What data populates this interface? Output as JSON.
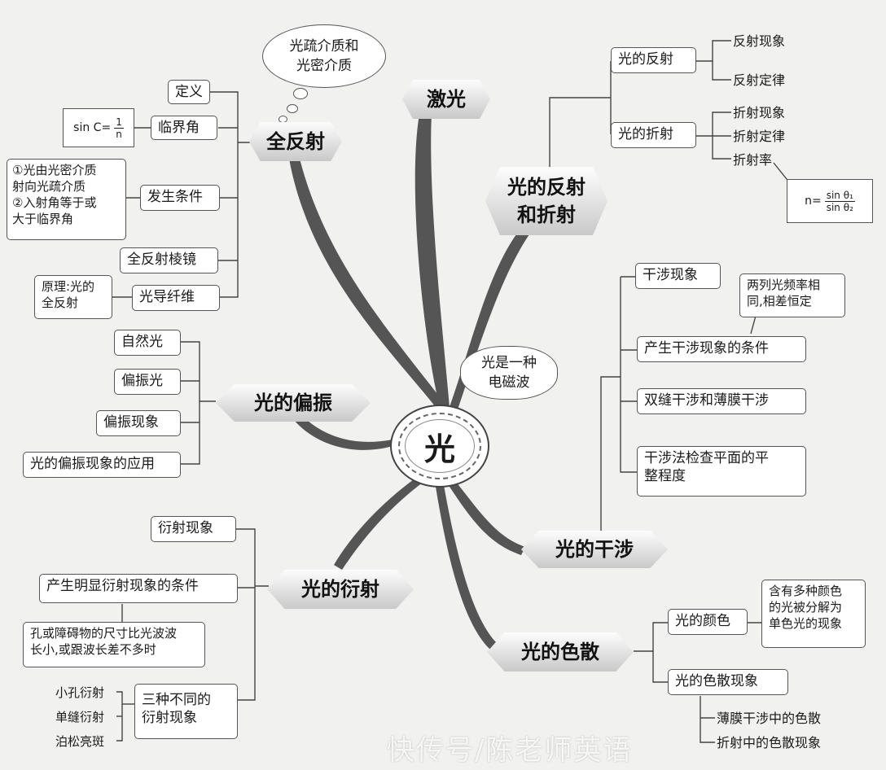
{
  "center": "光",
  "branches": {
    "total_reflection": "全反射",
    "laser": "激光",
    "reflection_refraction": [
      "光的反射",
      "和折射"
    ],
    "polarization": "光的偏振",
    "interference": "光的干涉",
    "diffraction": "光的衍射",
    "dispersion": "光的色散"
  },
  "total_reflection": {
    "bubble": [
      "光疏介质和",
      "光密介质"
    ],
    "definition": "定义",
    "critical_angle": "临界角",
    "formula": {
      "lhs": "sin C=",
      "num": "1",
      "den": "n"
    },
    "condition": "发生条件",
    "condition_detail": [
      "①光由光密介质",
      "射向光疏介质",
      "②入射角等于或",
      "大于临界角"
    ],
    "prism": "全反射棱镜",
    "fiber": "光导纤维",
    "fiber_principle": [
      "原理:光的",
      "全反射"
    ]
  },
  "reflection_refraction": {
    "reflection": "光的反射",
    "reflection_items": [
      "反射现象",
      "反射定律"
    ],
    "refraction": "光的折射",
    "refraction_items": [
      "折射现象",
      "折射定律",
      "折射率"
    ],
    "formula": {
      "lhs": "n=",
      "num": "sin θ₁",
      "den": "sin θ₂"
    }
  },
  "center_note": [
    "光是一种",
    "电磁波"
  ],
  "polarization": {
    "items": [
      "自然光",
      "偏振光",
      "偏振现象",
      "光的偏振现象的应用"
    ]
  },
  "interference": {
    "phenomenon": "干涉现象",
    "condition": "产生干涉现象的条件",
    "condition_note": [
      "两列光频率相",
      "同,相差恒定"
    ],
    "double_slit": "双缝干涉和薄膜干涉",
    "flatness": [
      "干涉法检查平面的平",
      "整程度"
    ]
  },
  "diffraction": {
    "phenomenon": "衍射现象",
    "condition": "产生明显衍射现象的条件",
    "condition_detail": [
      "孔或障碍物的尺寸比光波波",
      "长小,或跟波长差不多时"
    ],
    "types": [
      "三种不同的",
      "衍射现象"
    ],
    "type_items": [
      "小孔衍射",
      "单缝衍射",
      "泊松亮斑"
    ]
  },
  "dispersion": {
    "color": "光的颜色",
    "color_note": [
      "含有多种颜色",
      "的光被分解为",
      "单色光的现象"
    ],
    "phenomenon": "光的色散现象",
    "phenomenon_items": [
      "薄膜干涉中的色散",
      "折射中的色散现象"
    ]
  },
  "watermark": "快传号/陈老师英语"
}
